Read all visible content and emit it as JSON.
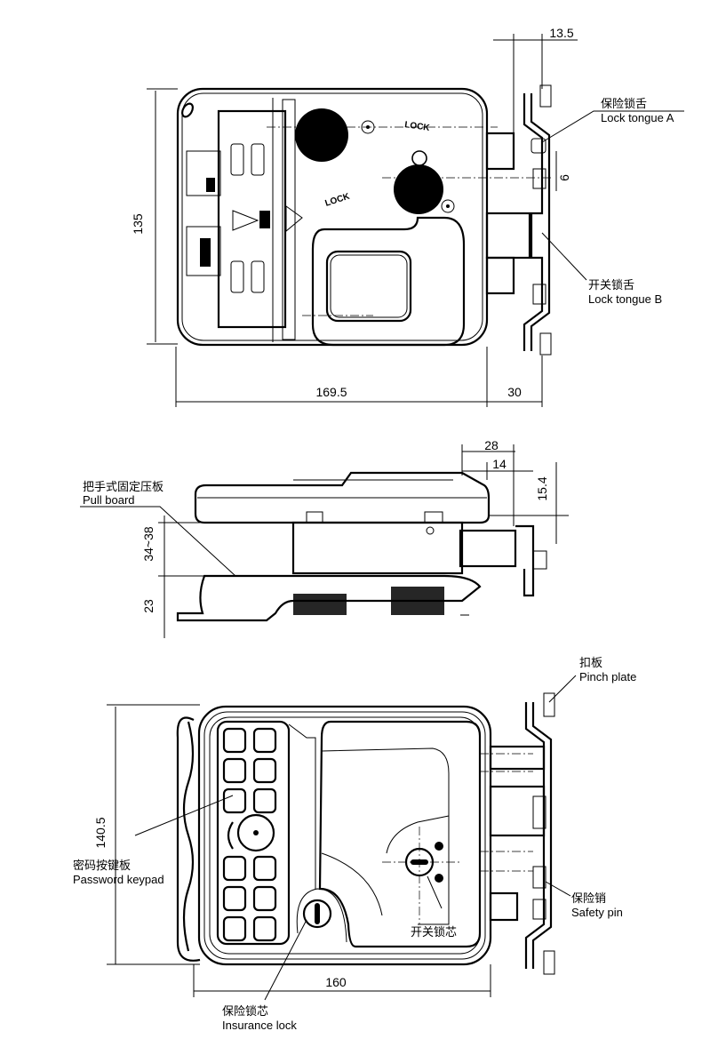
{
  "top_view": {
    "dims": {
      "height": "135",
      "width": "169.5",
      "bracket": "30",
      "tongue_offset": "13.5",
      "gap": "6"
    },
    "labels": {
      "lock_tongue_a_cn": "保险锁舌",
      "lock_tongue_a_en": "Lock tongue A",
      "lock_tongue_b_cn": "开关锁舌",
      "lock_tongue_b_en": "Lock tongue B"
    }
  },
  "side_view": {
    "dims": {
      "d28": "28",
      "d14": "14",
      "d15_4": "15.4",
      "d34_38": "34~38",
      "d23": "23"
    },
    "labels": {
      "pull_board_cn": "把手式固定压板",
      "pull_board_en": "Pull board"
    }
  },
  "bottom_view": {
    "dims": {
      "height": "140.5",
      "width": "160"
    },
    "labels": {
      "pinch_plate_cn": "扣板",
      "pinch_plate_en": "Pinch plate",
      "keypad_cn": "密码按键板",
      "keypad_en": "Password keypad",
      "safety_pin_cn": "保险销",
      "safety_pin_en": "Safety pin",
      "switch_cylinder_cn": "开关锁芯",
      "insurance_lock_cn": "保险锁芯",
      "insurance_lock_en": "Insurance lock"
    }
  }
}
